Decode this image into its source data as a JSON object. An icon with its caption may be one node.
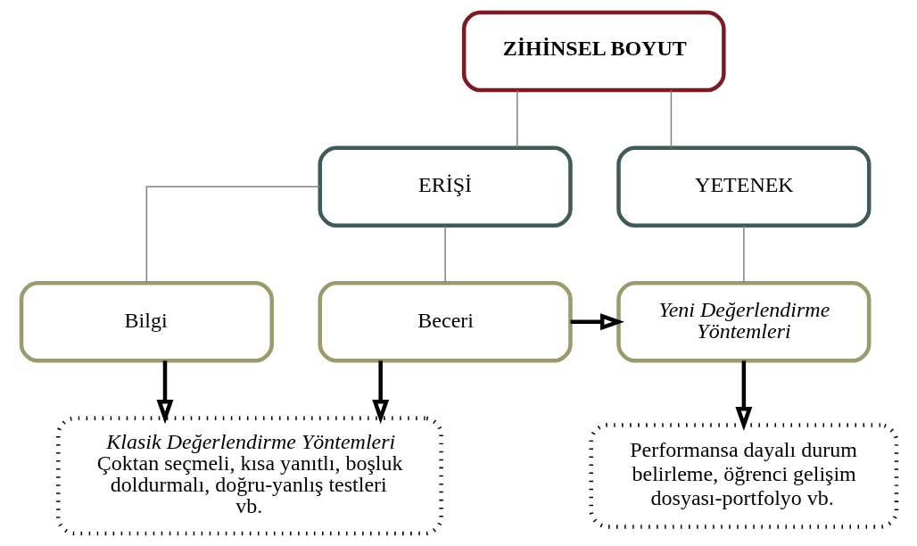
{
  "diagram": {
    "nodes": [
      {
        "text": [
          "ZİHİNSEL BOYUT"
        ]
      },
      {
        "text": [
          "ERİŞİ"
        ]
      },
      {
        "text": [
          "YETENEK"
        ]
      },
      {
        "text": [
          "Bilgi"
        ]
      },
      {
        "text": [
          "Beceri"
        ]
      },
      {
        "text": [
          "Yeni Değerlendirme Yöntemleri"
        ]
      },
      {
        "text": [
          "Klasik Değerlendirme Yöntemleri",
          "Çoktan seçmeli, kısa yanıtlı, boşluk doldurmalı, doğru-yanlış testleri vb."
        ]
      },
      {
        "text": [
          "Performansa dayalı durum belirleme, öğrenci gelişim dosyası-portfolyo vb."
        ]
      }
    ],
    "edges": [
      {
        "from": 0,
        "to": 1,
        "arrow": "none"
      },
      {
        "from": 0,
        "to": 2,
        "arrow": "none"
      },
      {
        "from": 1,
        "to": 3,
        "arrow": "none"
      },
      {
        "from": 1,
        "to": 4,
        "arrow": "none"
      },
      {
        "from": 2,
        "to": 5,
        "arrow": "none"
      },
      {
        "from": 4,
        "to": 5,
        "arrow": "to",
        "style": "thick",
        "color": "#000000"
      },
      {
        "from": 3,
        "to": 6,
        "arrow": "to",
        "style": "thick",
        "color": "#000000"
      },
      {
        "from": 4,
        "to": 6,
        "arrow": "to",
        "style": "thick",
        "color": "#000000"
      },
      {
        "from": 5,
        "to": 7,
        "arrow": "to",
        "style": "thick",
        "color": "#000000"
      }
    ]
  }
}
